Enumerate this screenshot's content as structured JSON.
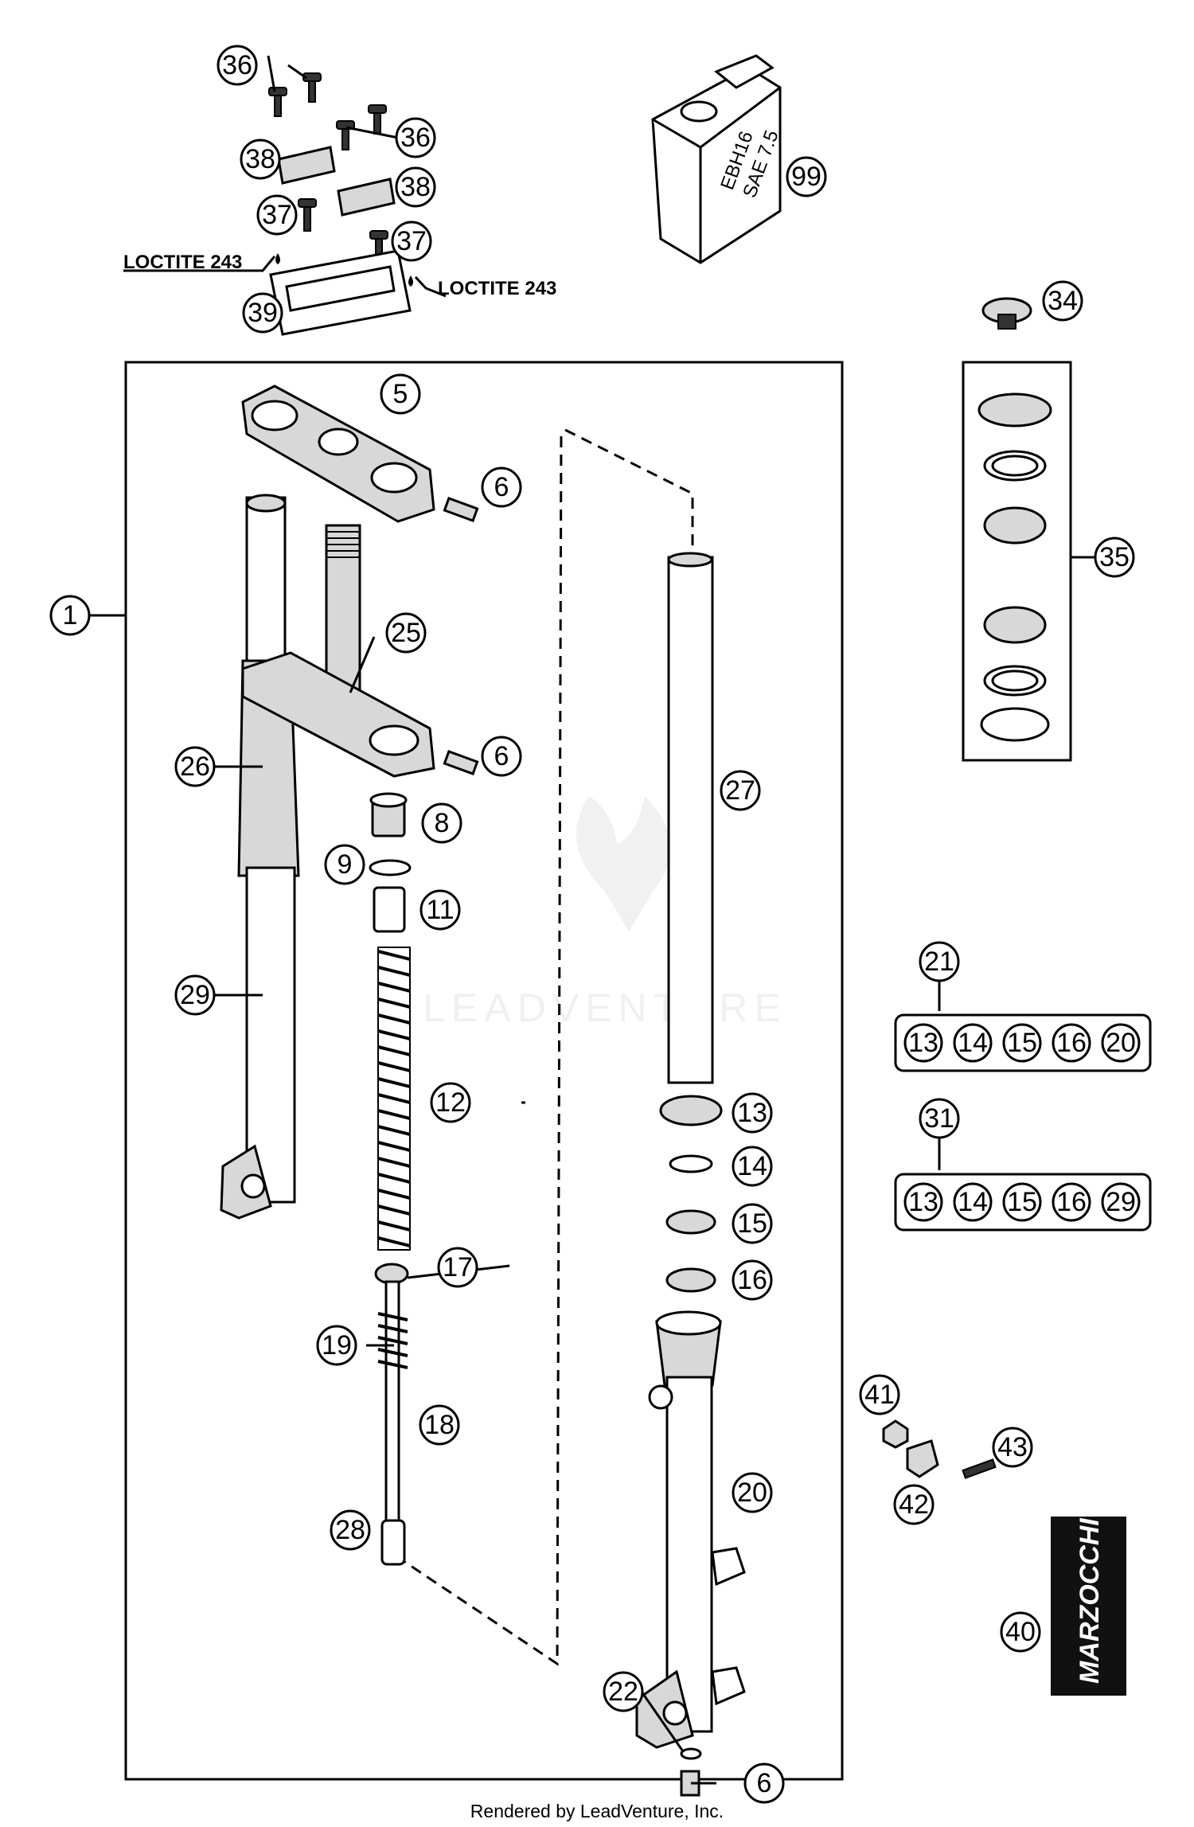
{
  "callouts": {
    "c1": "1",
    "c5": "5",
    "c6a": "6",
    "c6b": "6",
    "c6c": "6",
    "c8": "8",
    "c9": "9",
    "c11": "11",
    "c12": "12",
    "c13": "13",
    "c14": "14",
    "c15": "15",
    "c16": "16",
    "c17": "17",
    "c18": "18",
    "c19": "19",
    "c20": "20",
    "c21": "21",
    "c22": "22",
    "c25": "25",
    "c26": "26",
    "c27": "27",
    "c28": "28",
    "c29": "29",
    "c31": "31",
    "c34": "34",
    "c35": "35",
    "c36a": "36",
    "c36b": "36",
    "c37a": "37",
    "c37b": "37",
    "c38a": "38",
    "c38b": "38",
    "c39": "39",
    "c40": "40",
    "c41": "41",
    "c42": "42",
    "c43": "43",
    "c99": "99"
  },
  "kit21": [
    "13",
    "14",
    "15",
    "16",
    "20"
  ],
  "kit31": [
    "13",
    "14",
    "15",
    "16",
    "29"
  ],
  "loctite_left": "LOCTITE 243",
  "loctite_right": "LOCTITE 243",
  "oil_can": {
    "line1": "EBH16",
    "line2": "SAE 7.5"
  },
  "logo": "MARZOCCHI",
  "watermark": "LEADVENTURE",
  "footer": "Rendered by LeadVenture, Inc."
}
